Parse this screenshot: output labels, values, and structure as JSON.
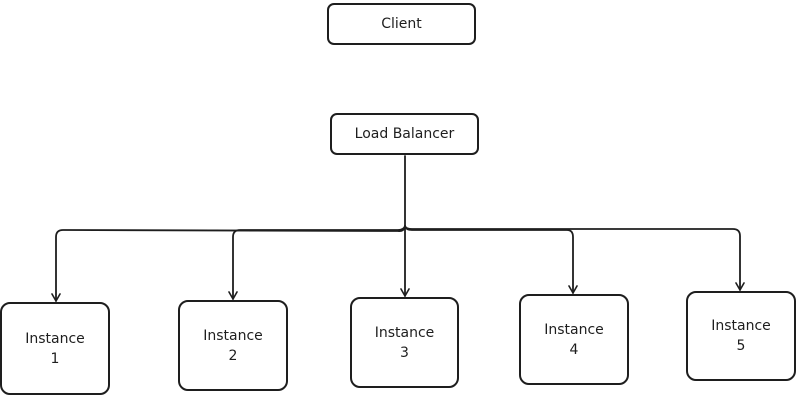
{
  "nodes": {
    "client": "Client",
    "load_balancer": "Load Balancer",
    "instances": [
      "Instance\n1",
      "Instance\n2",
      "Instance\n3",
      "Instance\n4",
      "Instance\n5"
    ]
  },
  "colors": {
    "stroke": "#1e1e1e",
    "background": "#ffffff"
  }
}
